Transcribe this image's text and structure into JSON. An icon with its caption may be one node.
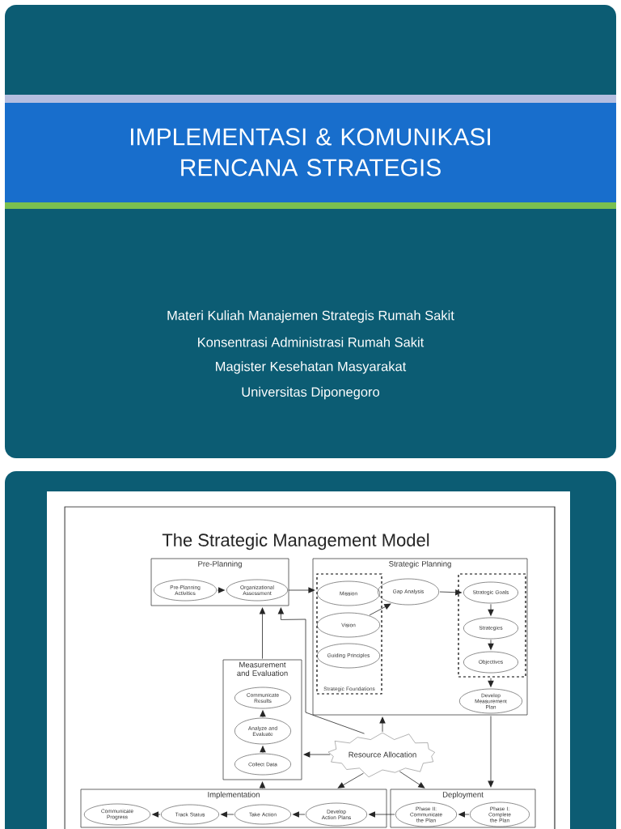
{
  "diagram": {
    "title": "IMPLEMENTASI & KOMUNIKASI RENCANA STRATEGIS",
    "nodes": [
      {
        "text": [
          "Pre-Planning"
        ]
      },
      {
        "text": [
          "Pre-Planning Activities"
        ],
        "in": 0
      },
      {
        "text": [
          "Organizational Assessment"
        ],
        "in": 0
      },
      {
        "text": [
          "Strategic Planning"
        ]
      },
      {
        "text": [
          "Strategic Foundations"
        ],
        "in": 3
      },
      {
        "text": [
          "Mission"
        ],
        "in": 4
      },
      {
        "text": [
          "Vision"
        ],
        "in": 4
      },
      {
        "text": [
          "Guiding Principles"
        ],
        "in": 4
      },
      {
        "text": [
          "Gap Analysis"
        ],
        "in": 3
      },
      {
        "text": [],
        "shape": "box",
        "in": 3
      },
      {
        "text": [
          "Strategic Goals"
        ],
        "in": 9
      },
      {
        "text": [
          "Strategies"
        ],
        "in": 9
      },
      {
        "text": [
          "Objectives"
        ],
        "in": 9
      },
      {
        "text": [
          "Develop Measurement Plan"
        ],
        "in": 3
      },
      {
        "text": [
          "Measurement and Evaluation"
        ]
      },
      {
        "text": [
          "Communicate Results"
        ],
        "in": 14
      },
      {
        "text": [
          "Analyze and Evaluate"
        ],
        "in": 14
      },
      {
        "text": [
          "Collect Data"
        ],
        "in": 14
      },
      {
        "text": [
          "Resource Allocation"
        ]
      },
      {
        "text": [
          "Implementation"
        ]
      },
      {
        "text": [
          "Communicate Progress"
        ],
        "in": 19
      },
      {
        "text": [
          "Track Status"
        ],
        "in": 19
      },
      {
        "text": [
          "Take Action"
        ],
        "in": 19
      },
      {
        "text": [
          "Develop Action Plans"
        ],
        "in": 19
      },
      {
        "text": [
          "Deployment"
        ]
      },
      {
        "text": [
          "Phase II: Communicate the Plan"
        ],
        "in": 24
      },
      {
        "text": [
          "Phase I: Complete the Plan"
        ],
        "in": 24
      }
    ],
    "edges": [
      {
        "from": 1,
        "to": 2,
        "arrow": "to"
      },
      {
        "from": 2,
        "to": 4,
        "arrow": "to"
      },
      {
        "from": 6,
        "to": 8,
        "arrow": "to"
      },
      {
        "from": 8,
        "to": 10,
        "arrow": "to"
      },
      {
        "from": 10,
        "to": 11,
        "arrow": "to"
      },
      {
        "from": 11,
        "to": 12,
        "arrow": "to"
      },
      {
        "from": 9,
        "to": 13,
        "arrow": "to"
      },
      {
        "from": 3,
        "to": 24,
        "arrow": "to"
      },
      {
        "from": 26,
        "to": 25,
        "arrow": "to"
      },
      {
        "from": 25,
        "to": 23,
        "arrow": "to"
      },
      {
        "from": 23,
        "to": 22,
        "arrow": "to"
      },
      {
        "from": 22,
        "to": 21,
        "arrow": "to"
      },
      {
        "from": 21,
        "to": 20,
        "arrow": "to"
      },
      {
        "from": 19,
        "to": 14,
        "arrow": "to"
      },
      {
        "from": 17,
        "to": 16,
        "arrow": "to"
      },
      {
        "from": 16,
        "to": 15,
        "arrow": "to"
      },
      {
        "from": 14,
        "to": 0,
        "arrow": "to"
      },
      {
        "from": 18,
        "to": 3,
        "arrow": "to"
      },
      {
        "from": 18,
        "to": 14,
        "arrow": "to"
      },
      {
        "from": 18,
        "to": 19,
        "arrow": "to"
      },
      {
        "from": 18,
        "to": 24,
        "arrow": "to"
      },
      {
        "from": 18,
        "to": 0,
        "arrow": "to"
      }
    ],
    "labels": [
      "Materi Kuliah Manajemen Strategis Rumah Sakit",
      "Konsentrasi  Administrasi Rumah Sakit",
      "Magister Kesehatan Masyarakat",
      "Universitas Diponegoro",
      "The Strategic Management Model"
    ]
  }
}
